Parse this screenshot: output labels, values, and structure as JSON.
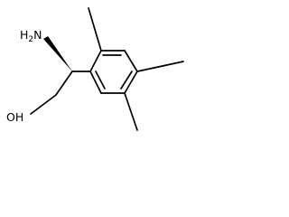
{
  "molecule": {
    "amine_label": "H",
    "amine_subscript": "2",
    "amine_tail": "N",
    "hydroxyl_label": "OH"
  }
}
